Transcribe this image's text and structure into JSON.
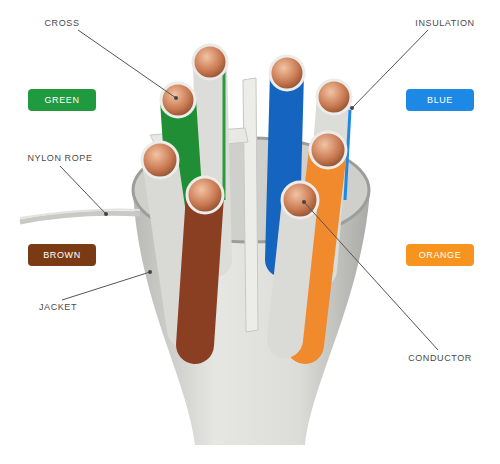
{
  "diagram": {
    "nodes": [
      {
        "text": [
          "GREEN"
        ]
      },
      {
        "text": [
          "BLUE"
        ]
      },
      {
        "text": [
          "BROWN"
        ]
      },
      {
        "text": [
          "ORANGE"
        ]
      }
    ],
    "labels": [
      "CROSS",
      "INSULATION",
      "NYLON ROPE",
      "JACKET",
      "CONDUCTOR"
    ]
  }
}
